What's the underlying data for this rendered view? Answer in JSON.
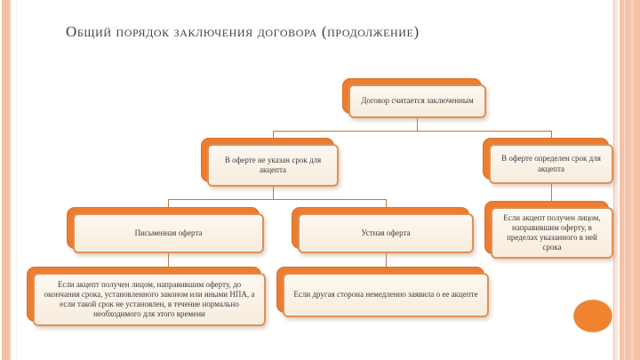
{
  "slide": {
    "title": "Общий порядок заключения договора (продолжение)"
  },
  "flowchart": {
    "nodes": [
      {
        "id": "contract-concluded",
        "label": "Договор считается заключенным"
      },
      {
        "id": "no-deadline-in-offer",
        "label": "В оферте не указан срок для акцепта"
      },
      {
        "id": "deadline-in-offer",
        "label": "В оферте определен срок для акцепта"
      },
      {
        "id": "written-offer",
        "label": "Письменная оферта"
      },
      {
        "id": "oral-offer",
        "label": "Устная оферта"
      },
      {
        "id": "accept-within-term",
        "label": "Если акцепт получен лицом, направившим оферту, в пределах указанного в ней срока"
      },
      {
        "id": "accept-before-law-term",
        "label": "Если акцепт получен лицом, направившим оферту, до окончания срока, установленного законом или иными НПА, а если такой срок не установлен, в течение нормально необходимого для этого времени"
      },
      {
        "id": "immediate-accept",
        "label": "Если другая сторона немедленно заявила о ее акцепте"
      }
    ]
  },
  "colors": {
    "node_back": "#ed7d31",
    "node_fill": "#f9f0e3",
    "node_border": "#dc9258",
    "connector": "#b97a4e",
    "side_stripe": "#f6c2a6",
    "title_text": "#3f3f3f",
    "accent_ellipse": "#f0832f"
  }
}
